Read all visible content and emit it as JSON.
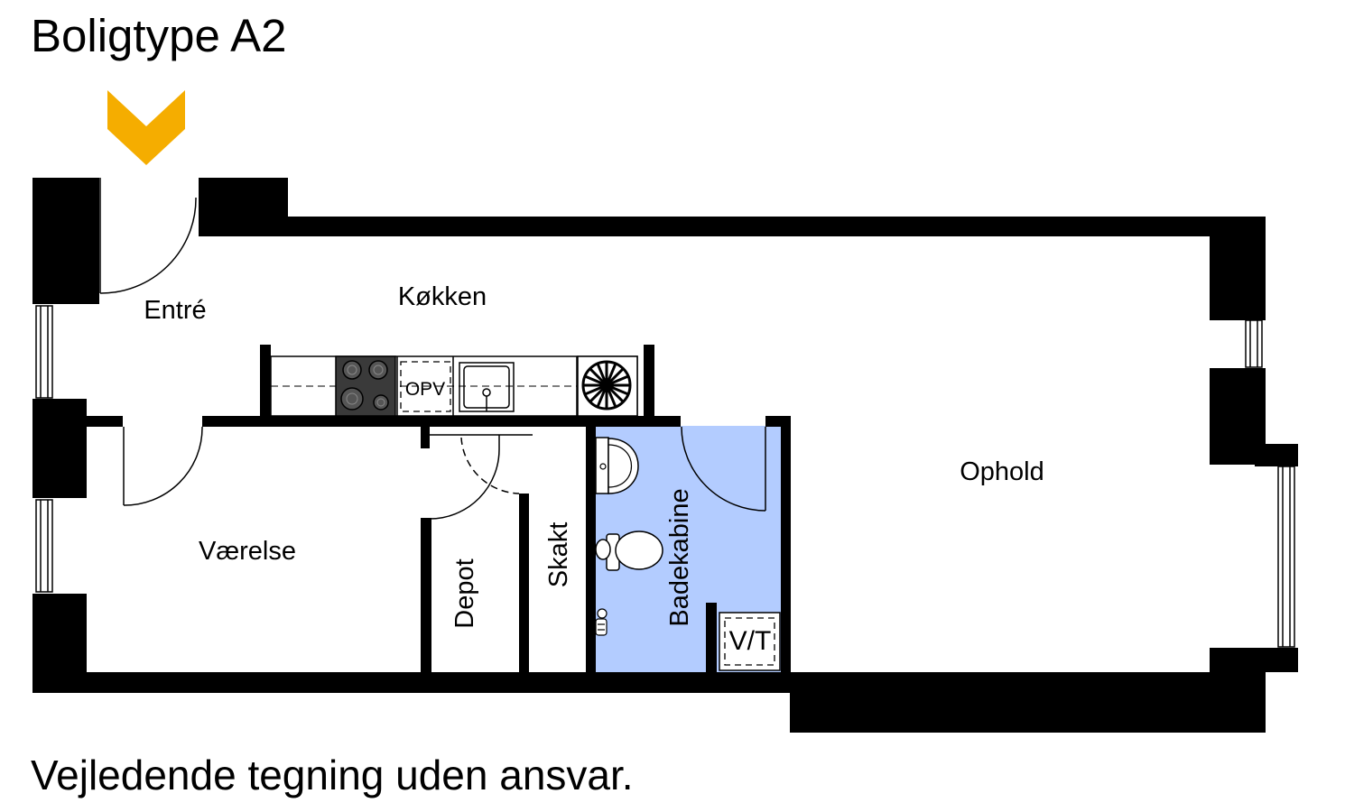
{
  "title": "Boligtype A2",
  "footer": "Vejledende tegning uden ansvar.",
  "colors": {
    "wall": "#000000",
    "bathroom": "#b3ccff",
    "entry_arrow": "#f5ad00",
    "stove": "#3a3a3a"
  },
  "icons": {
    "entry_arrow": "entry-arrow-icon",
    "stove": "stove-icon",
    "sink": "kitchen-sink-icon",
    "fan": "ventilation-fan-icon",
    "washbasin": "washbasin-icon",
    "toilet": "toilet-icon",
    "shower": "shower-icon"
  },
  "rooms": {
    "entre": "Entré",
    "kokken": "Køkken",
    "vaerelse": "Værelse",
    "depot": "Depot",
    "skakt": "Skakt",
    "badekabine": "Badekabine",
    "ophold": "Ophold"
  },
  "fixtures": {
    "dishwasher": "OPV",
    "washer_dryer": "V/T"
  }
}
